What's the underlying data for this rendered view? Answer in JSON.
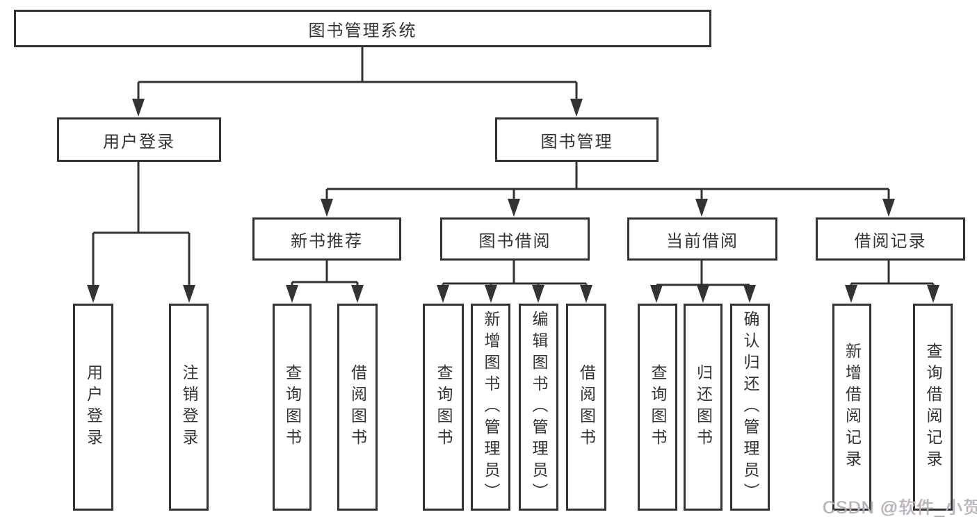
{
  "tree": {
    "root": "图书管理系统",
    "user_login": {
      "label": "用户登录",
      "children": [
        "用户登录",
        "注销登录"
      ]
    },
    "book_mgmt": {
      "label": "图书管理",
      "sections": [
        {
          "label": "新书推荐",
          "children": [
            "查询图书",
            "借阅图书"
          ]
        },
        {
          "label": "图书借阅",
          "children": [
            "查询图书",
            "新增图书（管理员）",
            "编辑图书（管理员）",
            "借阅图书"
          ]
        },
        {
          "label": "当前借阅",
          "children": [
            "查询图书",
            "归还图书",
            "确认归还（管理员）"
          ]
        },
        {
          "label": "借阅记录",
          "children": [
            "新增借阅记录",
            "查询借阅记录"
          ]
        }
      ]
    }
  },
  "watermark": "CSDN @软件_小贺同学",
  "colors": {
    "line": "#333333",
    "box_border": "#333333",
    "text": "#333333",
    "background": "#ffffff",
    "watermark": "#b3b3b3"
  }
}
